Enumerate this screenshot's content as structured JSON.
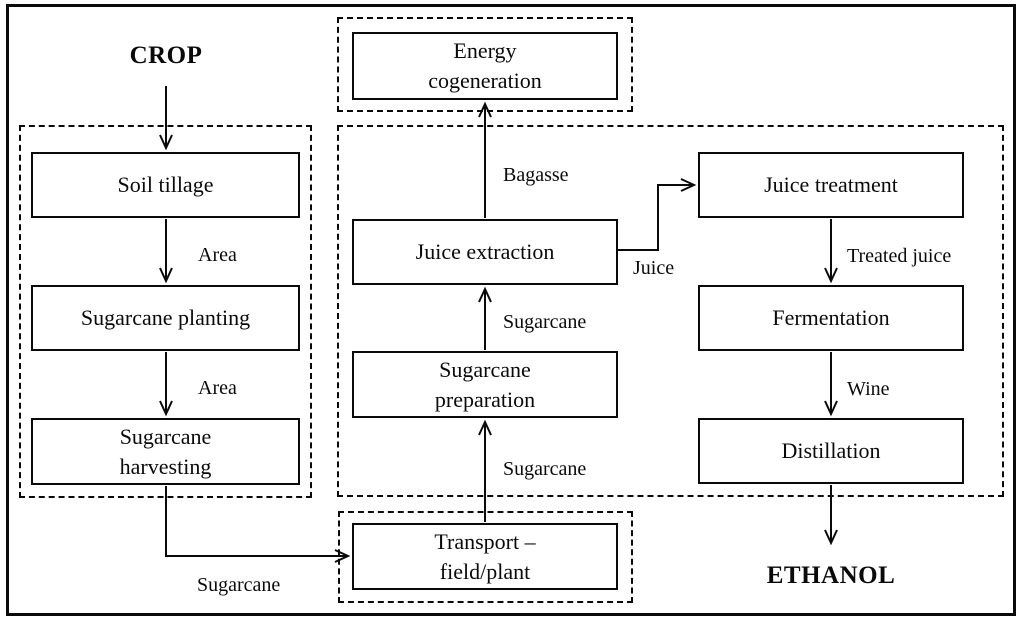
{
  "terminals": {
    "crop": "CROP",
    "ethanol": "ETHANOL"
  },
  "boxes": {
    "soil_tillage": "Soil tillage",
    "sugarcane_planting": "Sugarcane planting",
    "sugarcane_harvesting": "Sugarcane\nharvesting",
    "energy_cogeneration": "Energy\ncogeneration",
    "juice_extraction": "Juice extraction",
    "sugarcane_preparation": "Sugarcane\npreparation",
    "transport_field_plant": "Transport –\nfield/plant",
    "juice_treatment": "Juice treatment",
    "fermentation": "Fermentation",
    "distillation": "Distillation"
  },
  "flow_labels": {
    "area_tillage_to_planting": "Area",
    "area_planting_to_harvesting": "Area",
    "sugarcane_harvesting_to_transport": "Sugarcane",
    "bagasse": "Bagasse",
    "sugarcane_preparation_to_extraction": "Sugarcane",
    "sugarcane_transport_to_preparation": "Sugarcane",
    "juice": "Juice",
    "treated_juice": "Treated juice",
    "wine": "Wine"
  },
  "colors": {
    "line": "#0a0a0a",
    "background": "#ffffff"
  }
}
